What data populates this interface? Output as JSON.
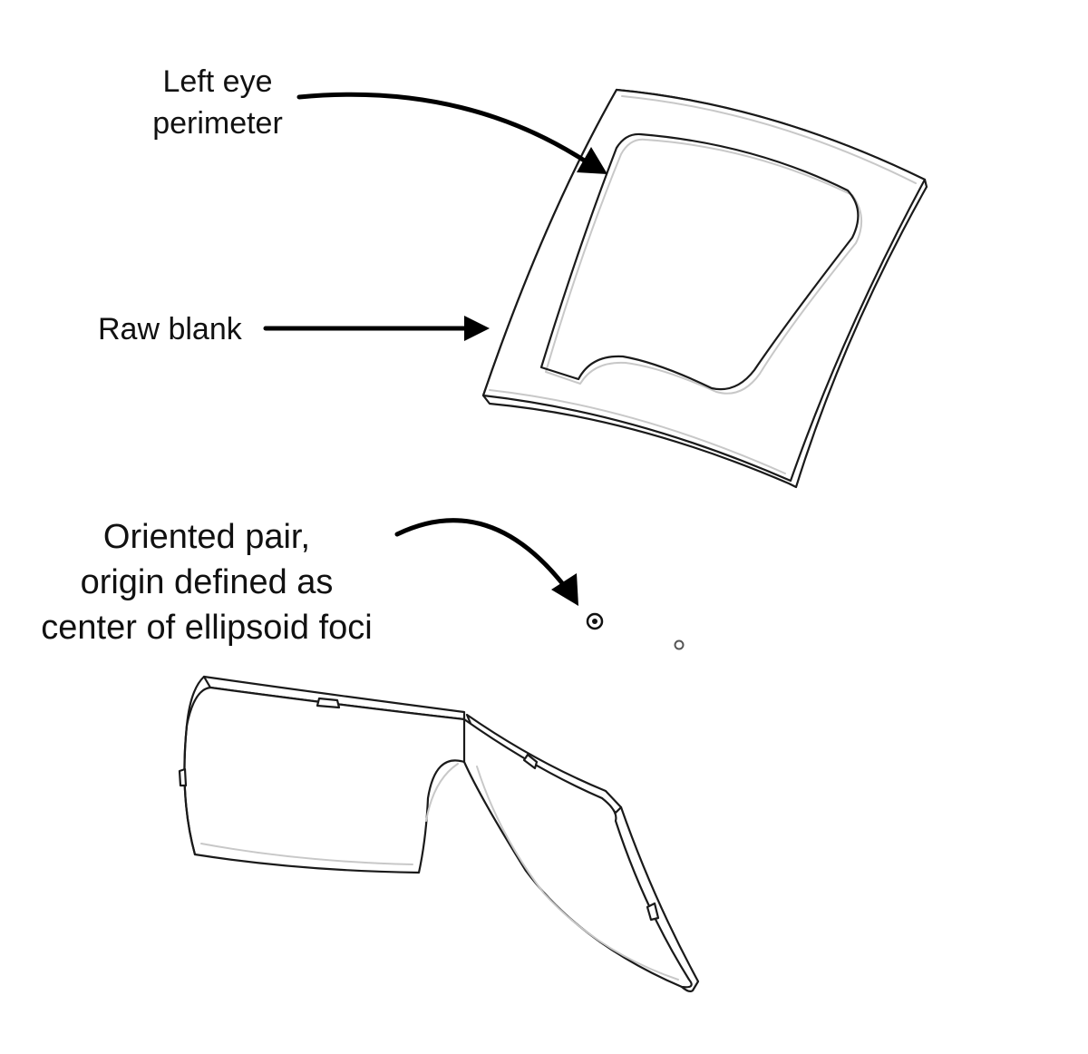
{
  "labels": {
    "left_eye_line1": "Left eye",
    "left_eye_line2": "perimeter",
    "raw_blank": "Raw blank",
    "oriented_line1": "Oriented pair,",
    "oriented_line2": "origin defined as",
    "oriented_line3": "center of ellipsoid foci"
  }
}
